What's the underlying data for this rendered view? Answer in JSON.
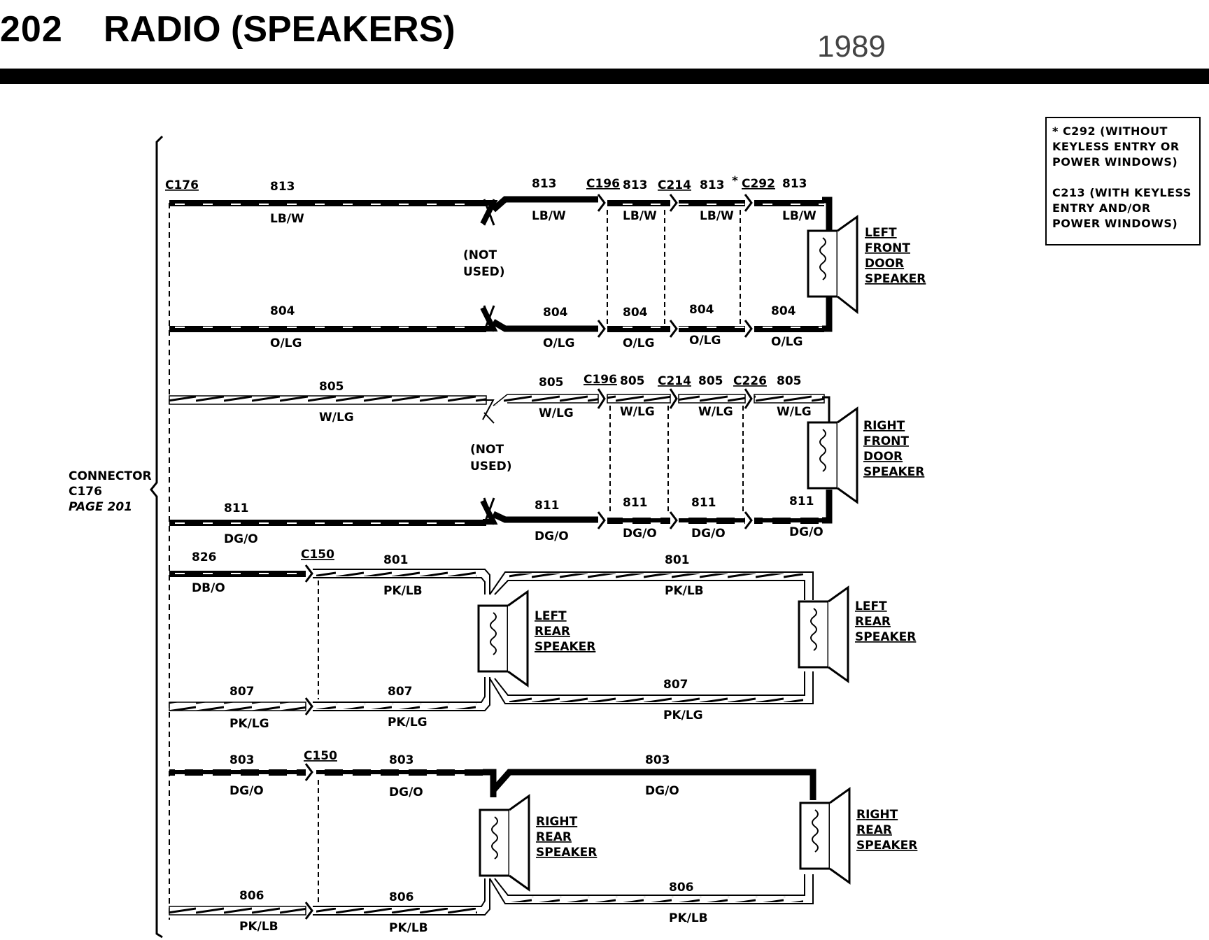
{
  "header": {
    "page_number": "202",
    "title": "RADIO (SPEAKERS)",
    "year": "1989"
  },
  "notes": {
    "line1": "* C292 (WITHOUT\nKEYLESS ENTRY OR\nPOWER WINDOWS)",
    "line2": "C213 (WITH KEYLESS\nENTRY AND/OR\nPOWER WINDOWS)"
  },
  "connector": {
    "label1": "CONNECTOR",
    "label2": "C176",
    "label3": "PAGE 201"
  },
  "connectors": {
    "c176": "C176",
    "c196": "C196",
    "c214": "C214",
    "c292": "C292",
    "c292_star": "*",
    "c226": "C226",
    "c150": "C150"
  },
  "circuits": {
    "c813": "813",
    "c804": "804",
    "c805": "805",
    "c811": "811",
    "c826": "826",
    "c801": "801",
    "c807": "807",
    "c803": "803",
    "c806": "806"
  },
  "colors": {
    "lbw": "LB/W",
    "olg": "O/LG",
    "wlg": "W/LG",
    "dgo": "DG/O",
    "dbo": "DB/O",
    "pklb": "PK/LB",
    "pklg": "PK/LG"
  },
  "not_used": {
    "l1": "(NOT",
    "l2": "USED)"
  },
  "speakers": {
    "lf": [
      "LEFT",
      "FRONT",
      "DOOR",
      "SPEAKER"
    ],
    "rf": [
      "RIGHT",
      "FRONT",
      "DOOR",
      "SPEAKER"
    ],
    "lr": [
      "LEFT",
      "REAR",
      "SPEAKER"
    ],
    "rr": [
      "RIGHT",
      "REAR",
      "SPEAKER"
    ]
  },
  "style": {
    "ink": "#000000",
    "paper": "#ffffff"
  }
}
